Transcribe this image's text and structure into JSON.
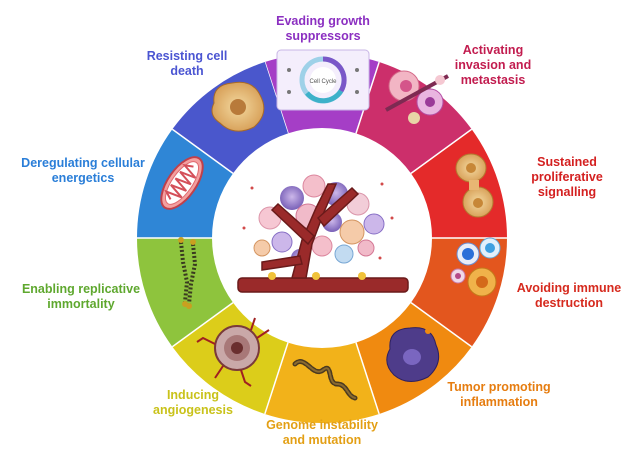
{
  "hallmarks": [
    {
      "id": "evading-growth-suppressors",
      "label": "Evading growth\nsuppressors",
      "color": "#a53ec6",
      "text_color": "#8b2fc1",
      "icon": "cell-cycle-icon",
      "icon_text": "Cell Cycle"
    },
    {
      "id": "activating-invasion-metastasis",
      "label": "Activating\ninvasion and\nmetastasis",
      "color": "#cc2f6b",
      "text_color": "#c21c4f",
      "icon": "metastasis-cells-icon"
    },
    {
      "id": "sustained-proliferative-signalling",
      "label": "Sustained\nproliferative\nsignalling",
      "color": "#e42a2a",
      "text_color": "#d42020",
      "icon": "dividing-cell-icon"
    },
    {
      "id": "avoiding-immune-destruction",
      "label": "Avoiding immune\ndestruction",
      "color": "#e3561e",
      "text_color": "#d62a1e",
      "icon": "immune-cells-icon"
    },
    {
      "id": "tumor-promoting-inflammation",
      "label": "Tumor promoting\ninflammation",
      "color": "#f08a10",
      "text_color": "#e67d10",
      "icon": "macrophage-icon"
    },
    {
      "id": "genome-instability-mutation",
      "label": "Genome instability\nand mutation",
      "color": "#f2b21a",
      "text_color": "#e39f14",
      "icon": "dna-strand-icon"
    },
    {
      "id": "inducing-angiogenesis",
      "label": "Inducing\nangiogenesis",
      "color": "#dccd1a",
      "text_color": "#c9c21a",
      "icon": "angiogenic-cell-icon"
    },
    {
      "id": "enabling-replicative-immortality",
      "label": "Enabling replicative\nimmortality",
      "color": "#8ec43d",
      "text_color": "#5fa82f",
      "icon": "chromosome-telomere-icon"
    },
    {
      "id": "deregulating-cellular-energetics",
      "label": "Deregulating cellular\nenergetics",
      "color": "#2f86d6",
      "text_color": "#2a7ed8",
      "icon": "mitochondrion-icon"
    },
    {
      "id": "resisting-cell-death",
      "label": "Resisting cell\ndeath",
      "color": "#4a57cc",
      "text_color": "#4b55d2",
      "icon": "apoptotic-cell-icon"
    }
  ],
  "center_icon": "tumor-blood-vessel-icon"
}
